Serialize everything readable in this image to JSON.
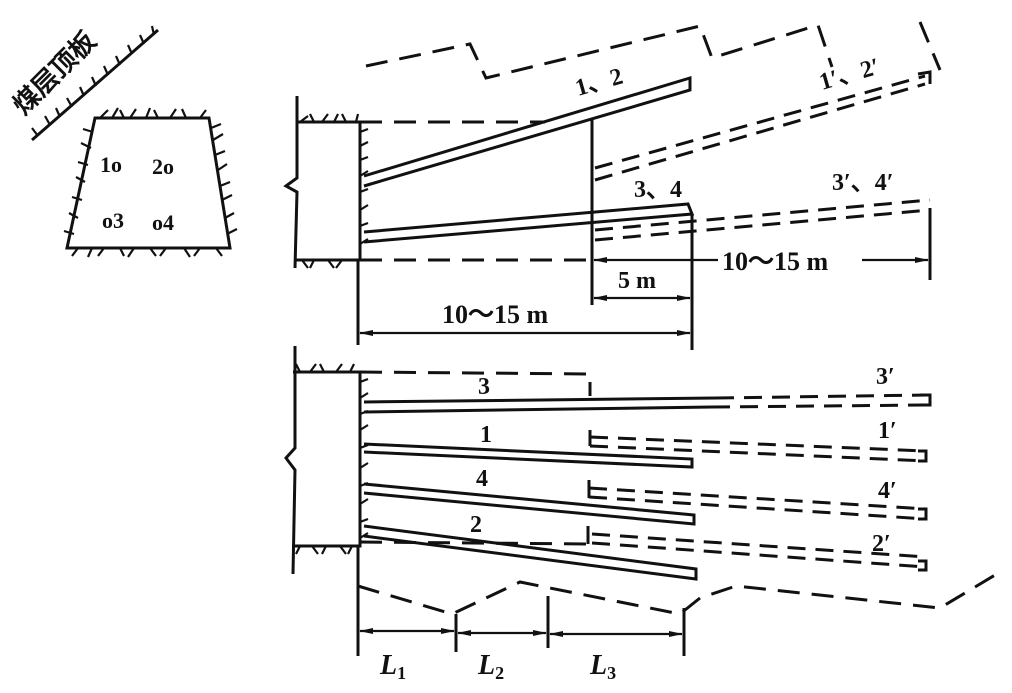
{
  "inset": {
    "roof_label": "煤层顶板",
    "holes": [
      {
        "id": "hole-1",
        "label": "1o"
      },
      {
        "id": "hole-2",
        "label": "2o"
      },
      {
        "id": "hole-3",
        "label": "o3"
      },
      {
        "id": "hole-4",
        "label": "o4"
      }
    ]
  },
  "upper_view": {
    "labels": {
      "bolts_12": "1、2",
      "bolts_12_next": "1′、2′",
      "bolts_34": "3、4",
      "bolts_34_next": "3′、4′"
    },
    "dimensions": {
      "overlap": "5 m",
      "next_length": "10～15 m",
      "first_length": "10～15 m"
    }
  },
  "lower_view": {
    "labels": {
      "bolt_3": "3",
      "bolt_1": "1",
      "bolt_4": "4",
      "bolt_2": "2",
      "bolt_3_next": "3′",
      "bolt_1_next": "1′",
      "bolt_4_next": "4′",
      "bolt_2_next": "2′"
    },
    "dimensions": {
      "l1": "L",
      "l1_sub": "1",
      "l2": "L",
      "l2_sub": "2",
      "l3": "L",
      "l3_sub": "3"
    }
  },
  "colors": {
    "ink": "#111111",
    "paper": "#ffffff"
  }
}
